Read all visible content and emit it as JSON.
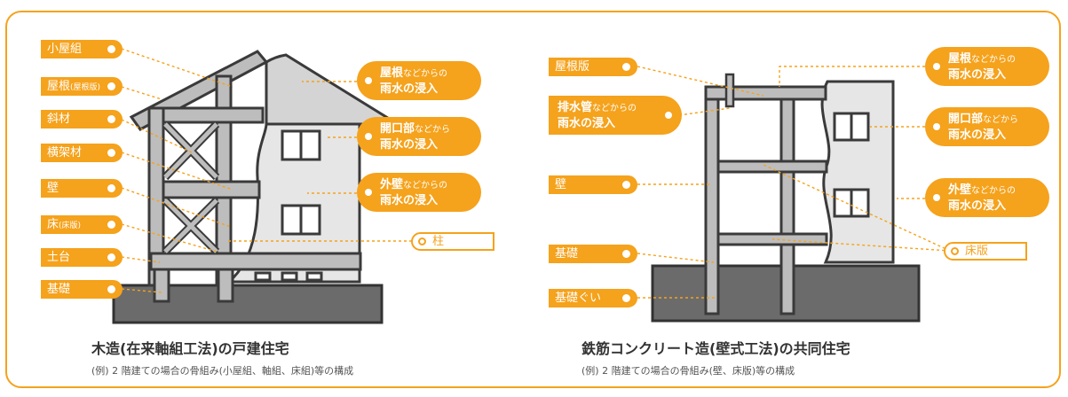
{
  "wood": {
    "labels": {
      "koyagumi": "小屋組",
      "yane_main": "屋根",
      "yane_sub": "(屋根版)",
      "shazai": "斜材",
      "yokokazai": "横架材",
      "kabe": "壁",
      "yuka_main": "床",
      "yuka_sub": "(床版)",
      "dodai": "土台",
      "kiso": "基礎",
      "hashira": "柱"
    },
    "callouts": {
      "yane_main": "屋根",
      "yane_small": "などからの",
      "yane_line2": "雨水の浸入",
      "kaiko_main": "開口部",
      "kaiko_small": "などから",
      "kaiko_line2": "雨水の浸入",
      "gaiheki_main": "外壁",
      "gaiheki_small": "などからの",
      "gaiheki_line2": "雨水の浸入"
    },
    "caption_title": "木造(在来軸組工法)の戸建住宅",
    "caption_sub": "(例) 2 階建ての場合の骨組み(小屋組、軸組、床組)等の構成"
  },
  "rc": {
    "labels": {
      "yaneban": "屋根版",
      "kabe": "壁",
      "kiso": "基礎",
      "kisogui": "基礎ぐい",
      "yukaban": "床版"
    },
    "callouts": {
      "haisui_main": "排水管",
      "haisui_small": "などからの",
      "haisui_line2": "雨水の浸入",
      "yane_main": "屋根",
      "yane_small": "などからの",
      "yane_line2": "雨水の浸入",
      "kaiko_main": "開口部",
      "kaiko_small": "などから",
      "kaiko_line2": "雨水の浸入",
      "gaiheki_main": "外壁",
      "gaiheki_small": "などからの",
      "gaiheki_line2": "雨水の浸入"
    },
    "caption_title": "鉄筋コンクリート造(壁式工法)の共同住宅",
    "caption_sub": "(例) 2 階建ての場合の骨組み(壁、床版)等の構成"
  },
  "colors": {
    "accent": "#f5a21c",
    "frame_fill": "#bdbdbd",
    "outline": "#3a3a3a",
    "wall": "#e6e6e6",
    "ground": "#6b6b6b"
  }
}
